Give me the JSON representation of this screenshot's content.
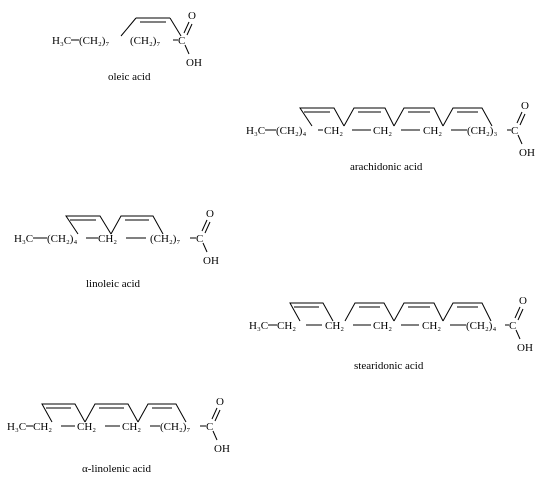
{
  "molecules": [
    {
      "id": "oleic",
      "name": "oleic acid",
      "groups": [
        "H₃C",
        "(CH₂)₇",
        "(CH₂)₇",
        "C"
      ],
      "carbonyl_o": "O",
      "hydroxyl": "OH",
      "double_bond_count": 1
    },
    {
      "id": "arachidonic",
      "name": "arachidonic acid",
      "groups": [
        "H₃C",
        "(CH₂)₄",
        "CH₂",
        "CH₂",
        "CH₂",
        "(CH₂)₃",
        "C"
      ],
      "carbonyl_o": "O",
      "hydroxyl": "OH",
      "double_bond_count": 4
    },
    {
      "id": "linoleic",
      "name": "linoleic acid",
      "groups": [
        "H₃C",
        "(CH₂)₄",
        "CH₂",
        "(CH₂)₇",
        "C"
      ],
      "carbonyl_o": "O",
      "hydroxyl": "OH",
      "double_bond_count": 2
    },
    {
      "id": "stearidonic",
      "name": "stearidonic acid",
      "groups": [
        "H₃C",
        "CH₂",
        "CH₂",
        "CH₂",
        "CH₂",
        "(CH₂)₄",
        "C"
      ],
      "carbonyl_o": "O",
      "hydroxyl": "OH",
      "double_bond_count": 4
    },
    {
      "id": "alinolenic",
      "name": "α-linolenic acid",
      "groups": [
        "H₃C",
        "CH₂",
        "CH₂",
        "CH₂",
        "(CH₂)₇",
        "C"
      ],
      "carbonyl_o": "O",
      "hydroxyl": "OH",
      "double_bond_count": 3
    }
  ]
}
